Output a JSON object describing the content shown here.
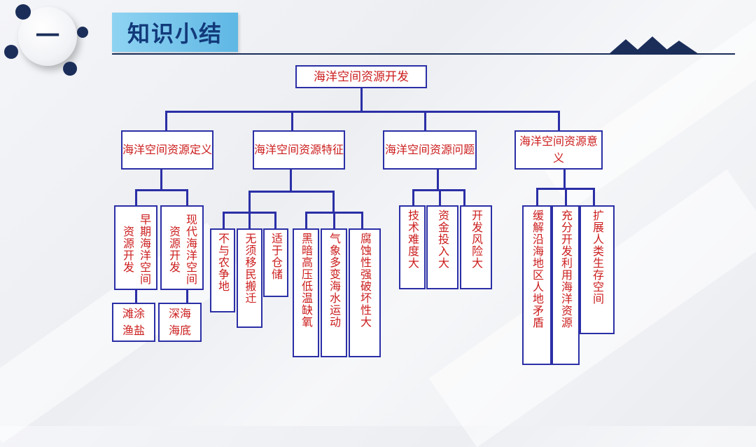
{
  "header": {
    "logo_mark": "一",
    "title": "知识小结"
  },
  "tree": {
    "root": "海洋空间资源开发",
    "branches": [
      {
        "label": "海洋空间资源定义",
        "children": [
          "早期海洋空间资源开发",
          "现代海洋空间资源开发"
        ],
        "details": [
          "滩涂渔盐",
          "深海海底"
        ]
      },
      {
        "label": "海洋空间资源特征",
        "children": [
          "不与农争地",
          "无须移民搬迁",
          "适于仓储",
          "黑暗高压低温缺氧",
          "气象多变海水运动",
          "腐蚀性强破坏性大"
        ]
      },
      {
        "label": "海洋空间资源问题",
        "children": [
          "技术难度大",
          "资金投入大",
          "开发风险大"
        ]
      },
      {
        "label": "海洋空间资源意义",
        "children": [
          "缓解沿海地区人地矛盾",
          "充分开发利用海洋资源",
          "扩展人类生存空间"
        ]
      }
    ]
  }
}
